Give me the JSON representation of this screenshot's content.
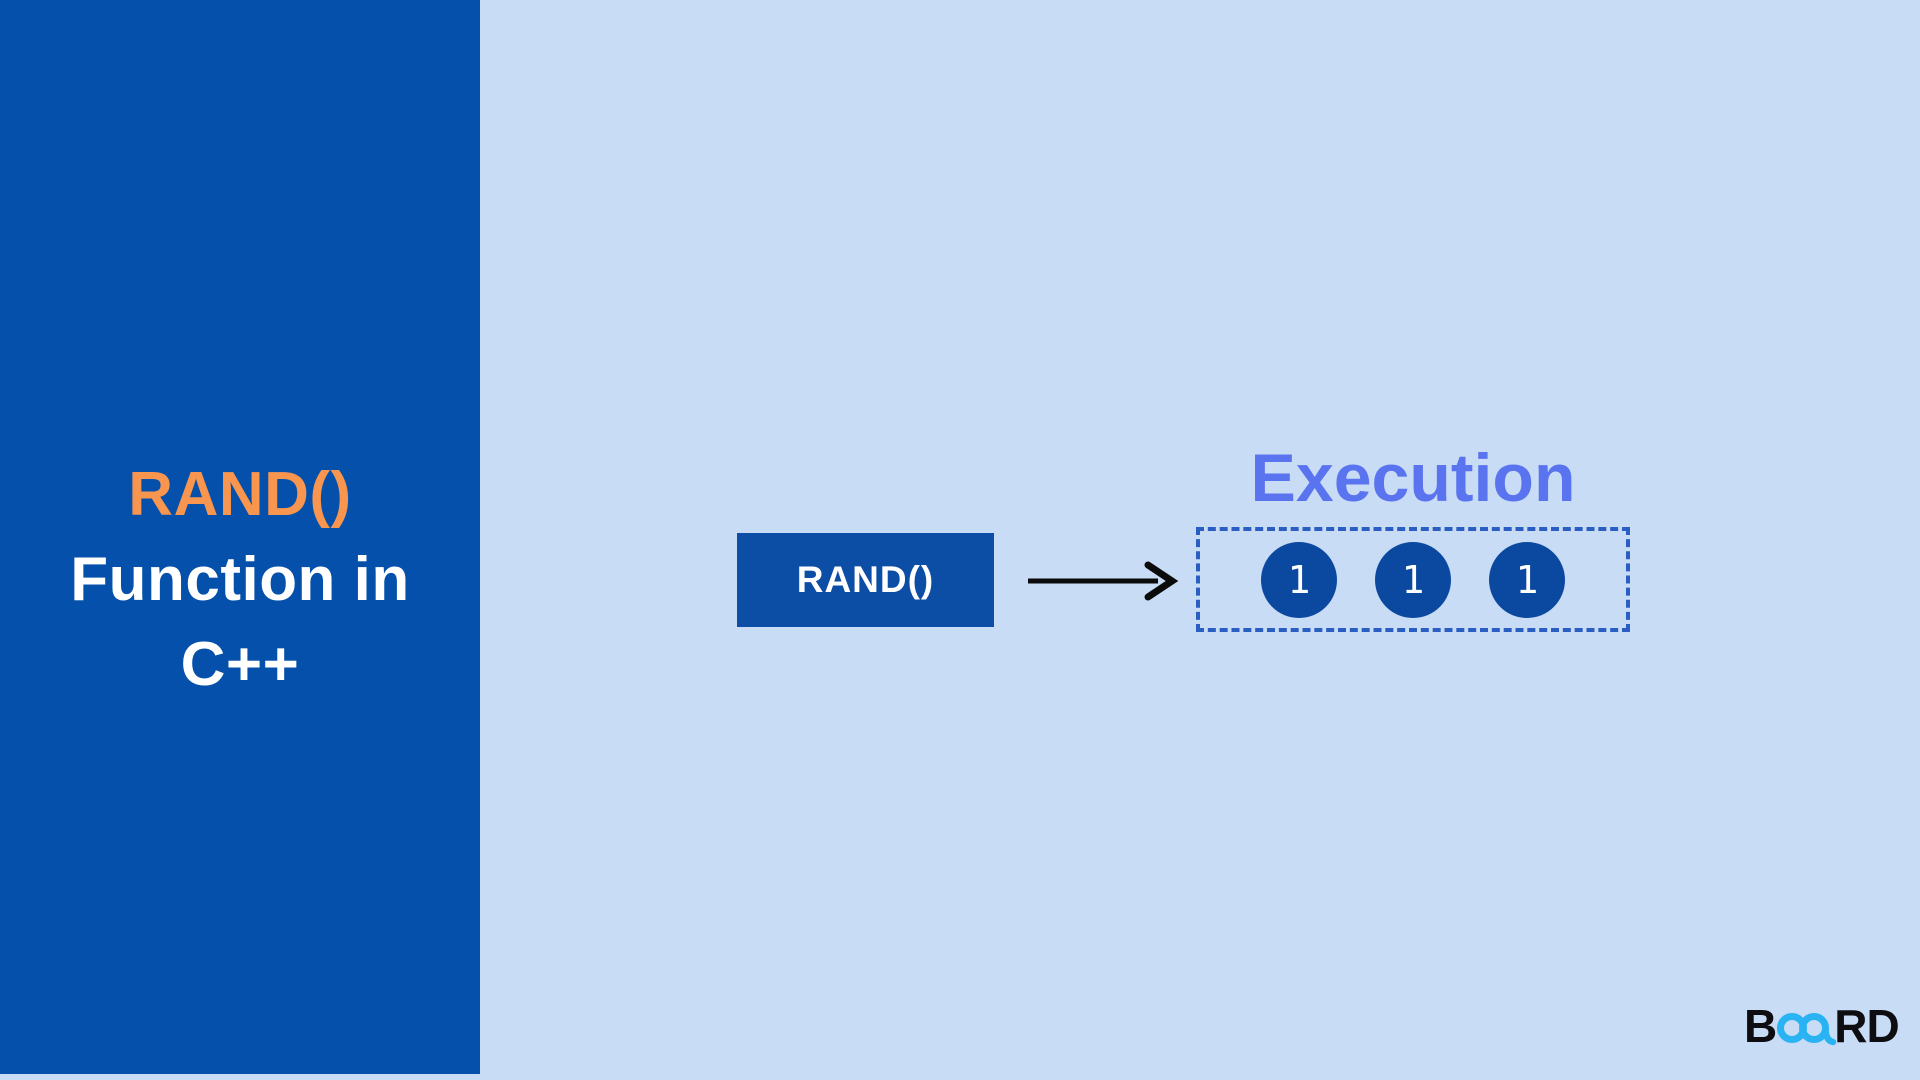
{
  "page": {
    "bg_color": "#c9dcf5"
  },
  "sidebar": {
    "bg_color": "#0450aa",
    "title": {
      "line1": "RAND()",
      "line2": "Function in",
      "line3": "C++",
      "line1_color": "#f8954f",
      "line2_color": "#ffffff",
      "line3_color": "#ffffff"
    }
  },
  "diagram": {
    "source_box": {
      "label": "RAND()",
      "bg_color": "#0c4da5",
      "text_color": "#ffffff"
    },
    "arrow": {
      "color": "#0b0b0b",
      "direction": "right"
    },
    "execution": {
      "label": "Execution",
      "color": "#5a73ef"
    },
    "output_box": {
      "border_color": "#2a5ec2",
      "border_style": "dashed",
      "circle_bg_color": "#0b49a0",
      "circle_text_color": "#ffffff",
      "circles": [
        {
          "value": "1"
        },
        {
          "value": "1"
        },
        {
          "value": "1"
        }
      ]
    }
  },
  "logo": {
    "text": "BOARD",
    "prefix": "B",
    "suffix": "RD",
    "infinity_icon_color": "#2ab3f3",
    "text_color": "#0d0d12"
  }
}
